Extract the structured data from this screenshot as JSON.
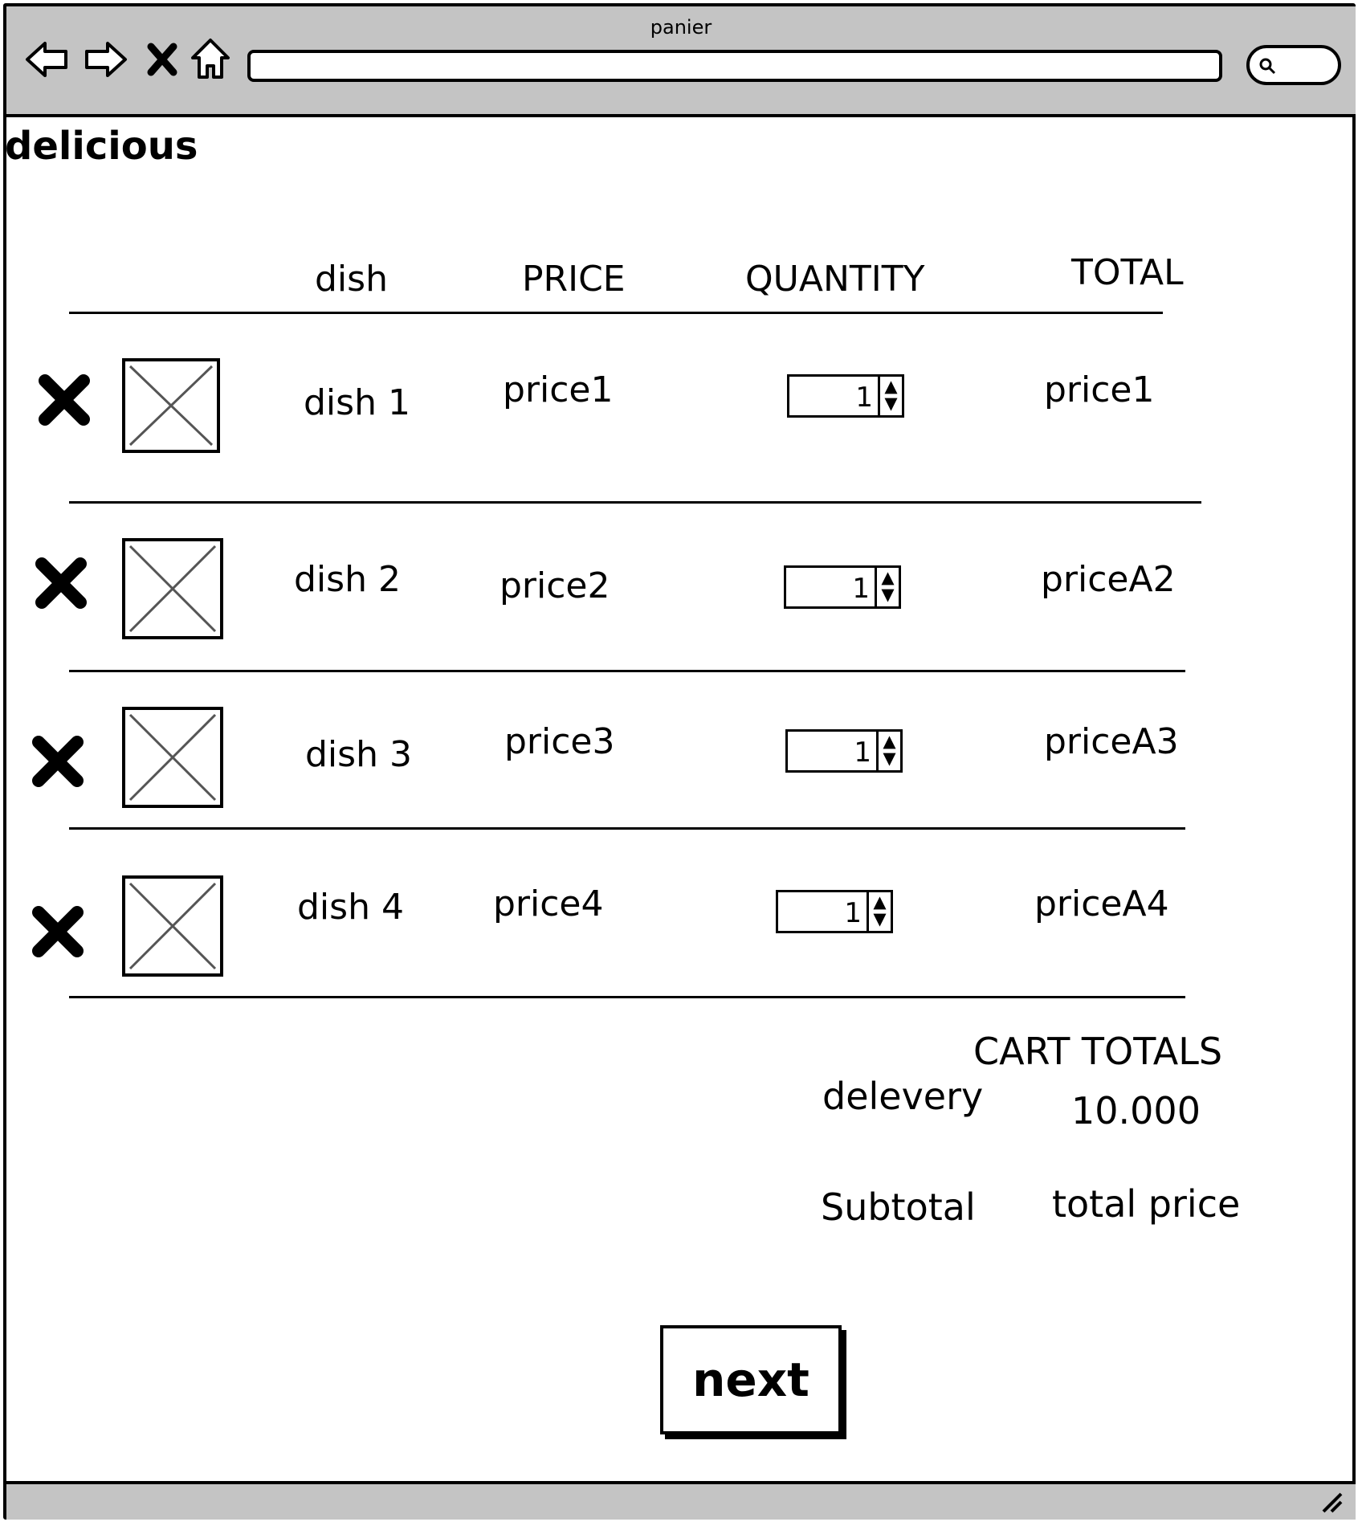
{
  "window": {
    "title": "panier"
  },
  "brand": "delicious",
  "table": {
    "headers": {
      "dish": "dish",
      "price": "PRICE",
      "quantity": "QUANTITY",
      "total": "TOTAL"
    },
    "rows": [
      {
        "dish": "dish 1",
        "price": "price1",
        "quantity": "1",
        "total": "price1"
      },
      {
        "dish": "dish 2",
        "price": "price2",
        "quantity": "1",
        "total": "priceA2"
      },
      {
        "dish": "dish 3",
        "price": "price3",
        "quantity": "1",
        "total": "priceA3"
      },
      {
        "dish": "dish 4",
        "price": "price4",
        "quantity": "1",
        "total": "priceA4"
      }
    ]
  },
  "cart_totals": {
    "title": "CART TOTALS",
    "delivery_label": "delevery",
    "delivery_value": "10.000",
    "subtotal_label": "Subtotal",
    "subtotal_value": "total price"
  },
  "next_button": "next"
}
